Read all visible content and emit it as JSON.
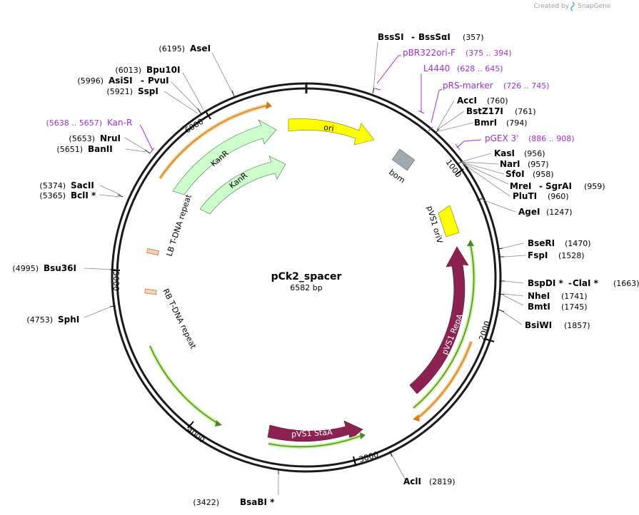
{
  "credit": {
    "created_by": "Created by",
    "brand": "SnapGene"
  },
  "plasmid": {
    "name": "pCk2_spacer",
    "size_label": "6582 bp"
  },
  "ticks": [
    "1000",
    "2000",
    "3000",
    "4000",
    "5000",
    "6000"
  ],
  "features": {
    "ori": "ori",
    "bom": "bom",
    "kanr_outer": "KanR",
    "kanr_inner": "KanR",
    "lb": "LB T-DNA repeat",
    "rb": "RB T-DNA repeat",
    "pvs1_oriv": "pVS1 oriV",
    "pvs1_repa": "pVS1 RepA",
    "pvs1_staa": "pVS1 StaA"
  },
  "enzymes": [
    {
      "name": "BsaBI *",
      "pos": "(3422)"
    },
    {
      "name": "AclI",
      "pos": "(2819)"
    },
    {
      "name": "BsiWI",
      "pos": "(1857)"
    },
    {
      "name": "BmtI",
      "pos": "(1745)"
    },
    {
      "name": "NheI",
      "pos": "(1741)"
    },
    {
      "name": "BspDI *",
      "name2": "ClaI *",
      "pos": "(1663)"
    },
    {
      "name": "FspI",
      "pos": "(1528)"
    },
    {
      "name": "BseRI",
      "pos": "(1470)"
    },
    {
      "name": "AgeI",
      "pos": "(1247)"
    },
    {
      "name": "PluTI",
      "pos": "(960)"
    },
    {
      "name": "MreI",
      "name2": "SgrAI",
      "pos": "(959)"
    },
    {
      "name": "SfoI",
      "pos": "(958)"
    },
    {
      "name": "NarI",
      "pos": "(957)"
    },
    {
      "name": "KasI",
      "pos": "(956)"
    },
    {
      "name": "BmrI",
      "pos": "(794)"
    },
    {
      "name": "BstZ17I",
      "pos": "(761)"
    },
    {
      "name": "AccI",
      "pos": "(760)"
    },
    {
      "name": "BssSI",
      "name2": "BssSαI",
      "pos": "(357)"
    },
    {
      "name": "AseI",
      "pos": "(6195)"
    },
    {
      "name": "Bpu10I",
      "pos": "(6013)"
    },
    {
      "name": "AsiSI",
      "name2": "PvuI",
      "pos": "(5996)"
    },
    {
      "name": "SspI",
      "pos": "(5921)"
    },
    {
      "name": "NruI",
      "pos": "(5653)"
    },
    {
      "name": "BanII",
      "pos": "(5651)"
    },
    {
      "name": "SacII",
      "pos": "(5374)"
    },
    {
      "name": "BclI *",
      "pos": "(5365)"
    },
    {
      "name": "Bsu36I",
      "pos": "(4995)"
    },
    {
      "name": "SphI",
      "pos": "(4753)"
    }
  ],
  "primers": [
    {
      "name": "pBR322ori-F",
      "range": "(375 .. 394)"
    },
    {
      "name": "L4440",
      "range": "(628 .. 645)"
    },
    {
      "name": "pRS-marker",
      "range": "(726 .. 745)"
    },
    {
      "name": "pGEX 3'",
      "range": "(886 .. 908)"
    },
    {
      "name": "Kan-R",
      "range": "(5638 .. 5657)"
    }
  ],
  "colors": {
    "backbone": "#1a1a1a",
    "ori": "#ffff00",
    "kanr": "#ccffcc",
    "bom": "#a0a8b0",
    "repa": "#8b2252",
    "staa": "#8b2252",
    "oriv": "#ffff00",
    "lb_rb": "#f5cfb0",
    "orf_green": "#4a8a1e",
    "orf_orange": "#c8801e",
    "primer": "#9b30d9",
    "leader": "#888888"
  }
}
